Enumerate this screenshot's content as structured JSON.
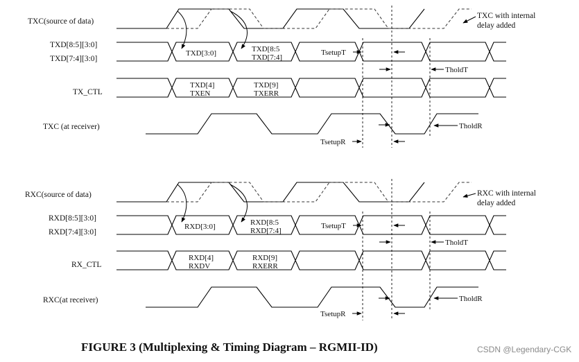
{
  "diagram": {
    "tx": {
      "clk_label": "TXC(source of data)",
      "delay_note_1": "TXC with internal",
      "delay_note_2": "delay added",
      "data_label_1": "TXD[8:5][3:0]",
      "data_label_2": "TXD[7:4][3:0]",
      "data_seg_1": "TXD[3:0]",
      "data_seg_2a": "TXD[8:5",
      "data_seg_2b": "TXD[7:4]",
      "tsetup_t": "TsetupT",
      "thold_t": "TholdT",
      "ctl_label": "TX_CTL",
      "ctl_seg_1a": "TXD[4]",
      "ctl_seg_1b": "TXEN",
      "ctl_seg_2a": "TXD[9]",
      "ctl_seg_2b": "TXERR",
      "rcv_label": "TXC (at receiver)",
      "thold_r": "TholdR",
      "tsetup_r": "TsetupR"
    },
    "rx": {
      "clk_label": "RXC(source of data)",
      "delay_note_1": "RXC with internal",
      "delay_note_2": "delay added",
      "data_label_1": "RXD[8:5][3:0]",
      "data_label_2": "RXD[7:4][3:0]",
      "data_seg_1": "RXD[3:0]",
      "data_seg_2a": "RXD[8:5",
      "data_seg_2b": "RXD[7:4]",
      "tsetup_t": "TsetupT",
      "thold_t": "TholdT",
      "ctl_label": "RX_CTL",
      "ctl_seg_1a": "RXD[4]",
      "ctl_seg_1b": "RXDV",
      "ctl_seg_2a": "RXD[9]",
      "ctl_seg_2b": "RXERR",
      "rcv_label": "RXC(at receiver)",
      "thold_r": "TholdR",
      "tsetup_r": "TsetupR"
    },
    "caption": "FIGURE 3 (Multiplexing & Timing Diagram – RGMII-ID)",
    "watermark": "CSDN @Legendary-CGK"
  }
}
